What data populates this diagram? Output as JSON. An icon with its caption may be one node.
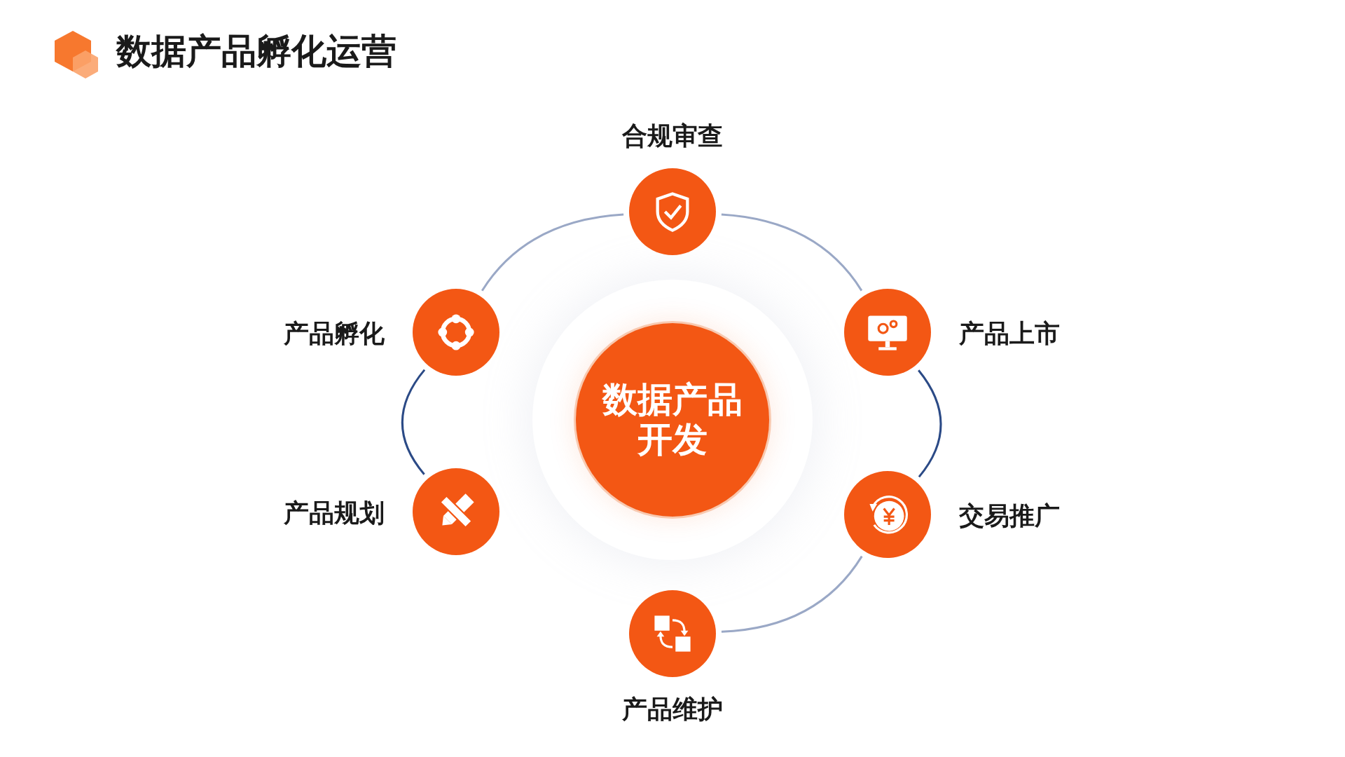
{
  "diagram": {
    "title": "数据产品孵化运营",
    "nodes": [
      {
        "text": [
          "合规审查"
        ]
      },
      {
        "text": [
          "产品孵化"
        ]
      },
      {
        "text": [
          "产品上市"
        ]
      },
      {
        "text": [
          "数据产品开发"
        ]
      },
      {
        "text": [
          "产品规划"
        ]
      },
      {
        "text": [
          "交易推广"
        ]
      },
      {
        "text": [
          "产品维护"
        ]
      }
    ],
    "edges": [
      {
        "from": 4,
        "to": 1,
        "arrow": "none",
        "color": "#2b4a86"
      },
      {
        "from": 1,
        "to": 0,
        "arrow": "none"
      },
      {
        "from": 0,
        "to": 2,
        "arrow": "none"
      },
      {
        "from": 2,
        "to": 5,
        "arrow": "none",
        "color": "#2b4a86"
      },
      {
        "from": 5,
        "to": 6,
        "arrow": "none"
      }
    ]
  }
}
